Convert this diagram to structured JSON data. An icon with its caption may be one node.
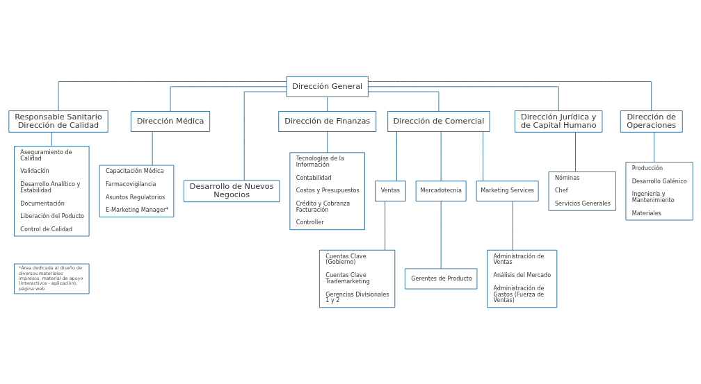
{
  "diagram": {
    "nodes": [
      {
        "text": [
          "Dirección General"
        ]
      },
      {
        "text": [
          "Responsable Sanitario Dirección de Calidad"
        ]
      },
      {
        "text": [
          "Aseguramiento de Calidad",
          "Validación",
          "Desarrollo Analítico y Estabilidad",
          "Documentación",
          "Liberación del Poducto",
          "Control de Calidad"
        ]
      },
      {
        "text": [
          "Dirección Médica"
        ]
      },
      {
        "text": [
          "Capacitación Médica",
          "Farmacovigilancia",
          "Asuntos Regulatorios",
          "E-Marketing Manager*"
        ]
      },
      {
        "text": [
          "Desarrollo de Nuevos Negocios"
        ]
      },
      {
        "text": [
          "Dirección de Finanzas"
        ]
      },
      {
        "text": [
          "Tecnologías de la Información",
          "Contabilidad",
          "Costos y Presupuestos",
          "Crédito y Cobranza Facturación",
          "Controller"
        ]
      },
      {
        "text": [
          "Dirección de Comercial"
        ]
      },
      {
        "text": [
          "Ventas"
        ]
      },
      {
        "text": [
          "Cuentas Clave (Gobierno)",
          "Cuentas Clave Trademarketing",
          "Gerencias Divisionales 1 y 2"
        ]
      },
      {
        "text": [
          "Mercadotecnia"
        ]
      },
      {
        "text": [
          "Gerentes de Producto"
        ]
      },
      {
        "text": [
          "Marketing Services"
        ]
      },
      {
        "text": [
          "Administración de Ventas",
          "Análisis del Mercado",
          "Administración de Gastos (Fuerza de Ventas)"
        ]
      },
      {
        "text": [
          "Dirección Jurídica y de Capital Humano"
        ]
      },
      {
        "text": [
          "Nóminas",
          "Chef",
          "Servicios Generales"
        ]
      },
      {
        "text": [
          "Dirección de Operaciones"
        ]
      },
      {
        "text": [
          "Producción",
          "Desarrollo Galénico",
          "Ingeniería y Mantenimiento",
          "Materiales"
        ]
      },
      {
        "text": [
          "*Área dedicada al diseño de diversos materiales impresos, material de apoyo (interactivos - aplicación), página web."
        ]
      }
    ],
    "edges": [
      {
        "from": 0,
        "to": 1,
        "arrow": "none"
      },
      {
        "from": 0,
        "to": 3,
        "arrow": "none"
      },
      {
        "from": 0,
        "to": 5,
        "arrow": "none"
      },
      {
        "from": 0,
        "to": 6,
        "arrow": "none"
      },
      {
        "from": 0,
        "to": 8,
        "arrow": "none"
      },
      {
        "from": 0,
        "to": 15,
        "arrow": "none"
      },
      {
        "from": 0,
        "to": 17,
        "arrow": "none"
      },
      {
        "from": 1,
        "to": 2,
        "arrow": "none"
      },
      {
        "from": 3,
        "to": 4,
        "arrow": "none"
      },
      {
        "from": 6,
        "to": 7,
        "arrow": "none"
      },
      {
        "from": 8,
        "to": 9,
        "arrow": "none"
      },
      {
        "from": 8,
        "to": 11,
        "arrow": "none"
      },
      {
        "from": 8,
        "to": 13,
        "arrow": "none"
      },
      {
        "from": 9,
        "to": 10,
        "arrow": "none"
      },
      {
        "from": 11,
        "to": 12,
        "arrow": "none"
      },
      {
        "from": 13,
        "to": 14,
        "arrow": "none"
      },
      {
        "from": 15,
        "to": 16,
        "arrow": "none"
      },
      {
        "from": 17,
        "to": 18,
        "arrow": "none"
      }
    ]
  }
}
